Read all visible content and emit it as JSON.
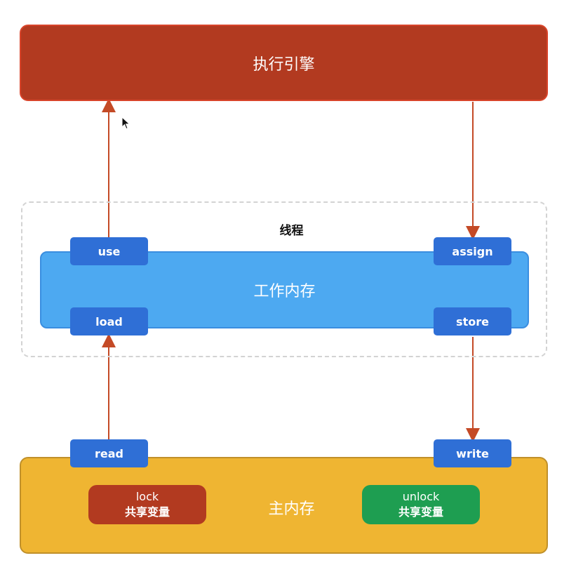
{
  "engine": {
    "label": "执行引擎"
  },
  "thread": {
    "label": "线程",
    "work_memory": "工作内存"
  },
  "main_memory": {
    "label": "主内存"
  },
  "operations": {
    "use": "use",
    "assign": "assign",
    "load": "load",
    "store": "store",
    "read": "read",
    "write": "write"
  },
  "shared_vars": [
    {
      "op": "lock",
      "label": "共享变量"
    },
    {
      "op": "unlock",
      "label": "共享变量"
    }
  ],
  "colors": {
    "engine": "#b23a20",
    "work_memory": "#4da9f1",
    "main_memory": "#efb532",
    "operation": "#2f6fd6",
    "lock": "#b23a20",
    "unlock": "#1e9e51",
    "arrow": "#c44a26"
  }
}
